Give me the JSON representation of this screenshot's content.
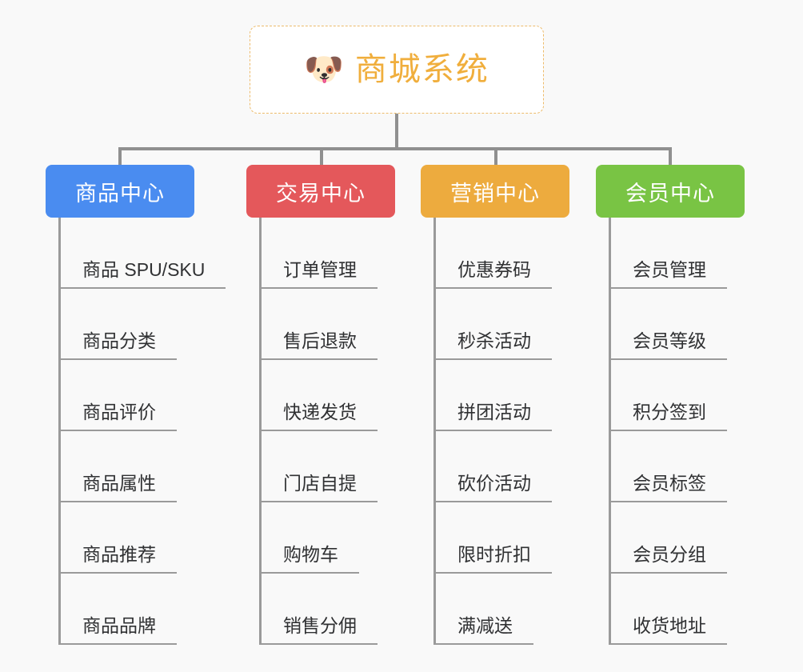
{
  "page": {
    "background_color": "#f9f9f9",
    "line_color": "#909090"
  },
  "root": {
    "icon": "dog-face-emoji",
    "emoji": "🐶",
    "title": "商城系统",
    "text_color": "#f0ae3c",
    "border_color": "#edbb6a",
    "background_color": "#ffffff"
  },
  "branches": [
    {
      "label": "商品中心",
      "color": "#4a8cf0",
      "items": [
        {
          "label": "商品 SPU/SKU"
        },
        {
          "label": "商品分类"
        },
        {
          "label": "商品评价"
        },
        {
          "label": "商品属性"
        },
        {
          "label": "商品推荐"
        },
        {
          "label": "商品品牌"
        }
      ]
    },
    {
      "label": "交易中心",
      "color": "#e4585b",
      "items": [
        {
          "label": "订单管理"
        },
        {
          "label": "售后退款"
        },
        {
          "label": "快递发货"
        },
        {
          "label": "门店自提"
        },
        {
          "label": "购物车"
        },
        {
          "label": "销售分佣"
        }
      ]
    },
    {
      "label": "营销中心",
      "color": "#edab3e",
      "items": [
        {
          "label": "优惠券码"
        },
        {
          "label": "秒杀活动"
        },
        {
          "label": "拼团活动"
        },
        {
          "label": "砍价活动"
        },
        {
          "label": "限时折扣"
        },
        {
          "label": "满减送"
        }
      ]
    },
    {
      "label": "会员中心",
      "color": "#79c444",
      "items": [
        {
          "label": "会员管理"
        },
        {
          "label": "会员等级"
        },
        {
          "label": "积分签到"
        },
        {
          "label": "会员标签"
        },
        {
          "label": "会员分组"
        },
        {
          "label": "收货地址"
        }
      ]
    }
  ]
}
